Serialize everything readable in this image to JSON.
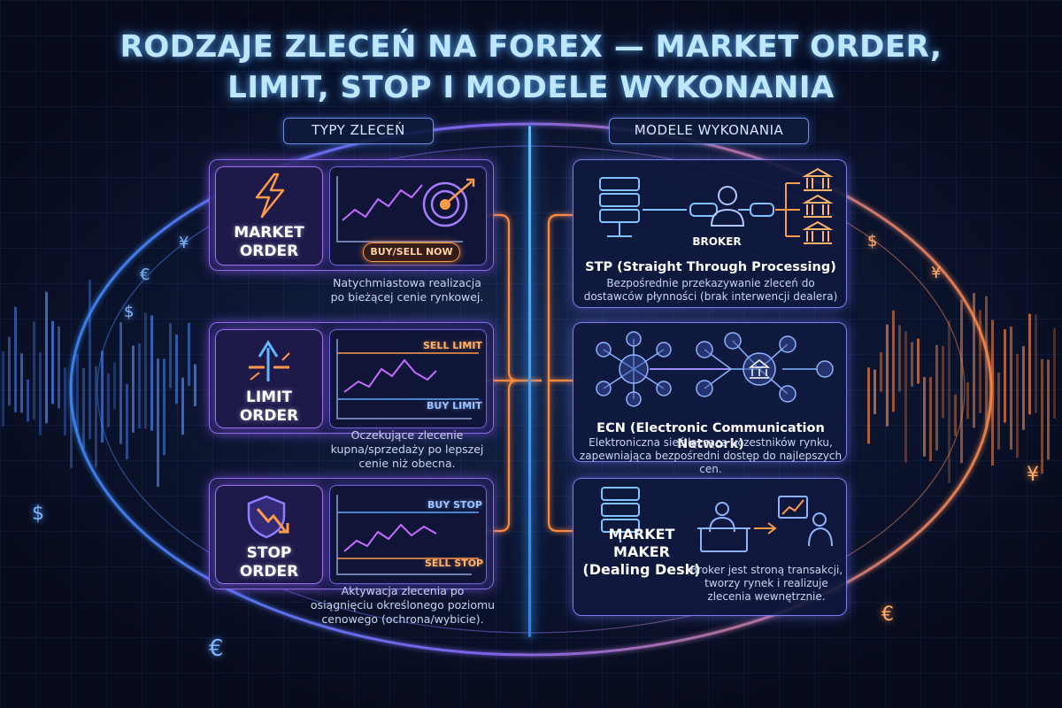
{
  "title": {
    "line1": "RODZAJE ZLECEŃ NA FOREX — MARKET ORDER,",
    "line2": "LIMIT, STOP I MODELE WYKONANIA"
  },
  "left_section_label": "TYPY ZLECEŃ",
  "right_section_label": "MODELE WYKONANIA",
  "orders": {
    "market": {
      "title_l1": "MARKET",
      "title_l2": "ORDER",
      "icon": "lightning-icon",
      "button": "BUY/SELL NOW",
      "desc_l1": "Natychmiastowa realizacja",
      "desc_l2": "po bieżącej cenie rynkowej."
    },
    "limit": {
      "title_l1": "LIMIT",
      "title_l2": "ORDER",
      "icon": "arrows-icon",
      "upper_label": "SELL LIMIT",
      "lower_label": "BUY LIMIT",
      "desc_l1": "Oczekujące zlecenie",
      "desc_l2": "kupna/sprzedaży po lepszej",
      "desc_l3": "cenie niż obecna."
    },
    "stop": {
      "title_l1": "STOP",
      "title_l2": "ORDER",
      "icon": "shield-icon",
      "upper_label": "BUY STOP",
      "lower_label": "SELL STOP",
      "desc_l1": "Aktywacja zlecenia po",
      "desc_l2": "osiągnięciu określonego poziomu",
      "desc_l3": "cenowego (ochrona/wybicie)."
    }
  },
  "models": {
    "stp": {
      "broker_label": "BROKER",
      "title": "STP (Straight Through Processing)",
      "desc_l1": "Bezpośrednie przekazywanie zleceń do",
      "desc_l2": "dostawców płynności (brak interwencji dealera)"
    },
    "ecn": {
      "title": "ECN (Electronic Communication Network)",
      "desc_l1": "Elektroniczna sieć łącząca uczestników rynku,",
      "desc_l2": "zapewniająca bezpośredni dostęp do najlepszych cen."
    },
    "mm": {
      "title_l1": "MARKET",
      "title_l2": "MAKER",
      "title_l3": "(Dealing Desk)",
      "desc_l1": "Broker jest stroną transakcji,",
      "desc_l2": "tworzy rynek i realizuje",
      "desc_l3": "zlecenia wewnętrznie."
    }
  },
  "currency_symbols": [
    "¥",
    "€",
    "$",
    "$",
    "€",
    "$",
    "¥",
    "¥",
    "€"
  ],
  "colors": {
    "accent_blue": "#4fc3ff",
    "accent_purple": "#9c72f5",
    "accent_orange": "#ff9a4a"
  }
}
